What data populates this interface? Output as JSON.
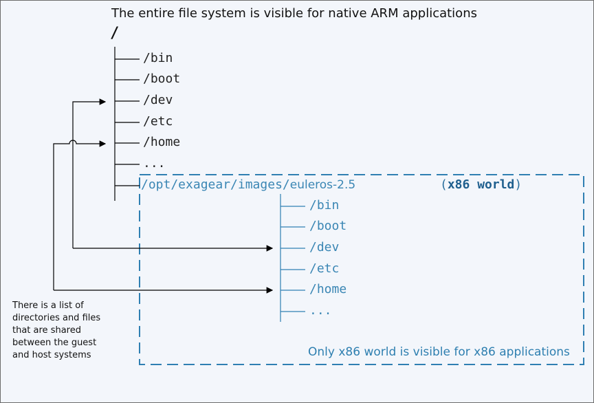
{
  "title": "The entire file system is visible for native ARM applications",
  "root": "/",
  "host_tree": [
    "/bin",
    "/boot",
    "/dev",
    "/etc",
    "/home",
    "..."
  ],
  "guest_root": {
    "path": "/opt/exagear/images/",
    "name": "euleros-2.5"
  },
  "world_label": {
    "open": "(",
    "text": "x86 world",
    "close": ")"
  },
  "guest_tree": [
    "/bin",
    "/boot",
    "/dev",
    "/etc",
    "/home",
    "..."
  ],
  "shared_note": "There is a list of directories and files that are shared between the guest and host systems",
  "x86_note": "Only x86 world is visible for x86 applications",
  "colors": {
    "guest": "#3a86b4",
    "frame": "#6b6b6b",
    "dashed_box": "#2f7fb2"
  }
}
